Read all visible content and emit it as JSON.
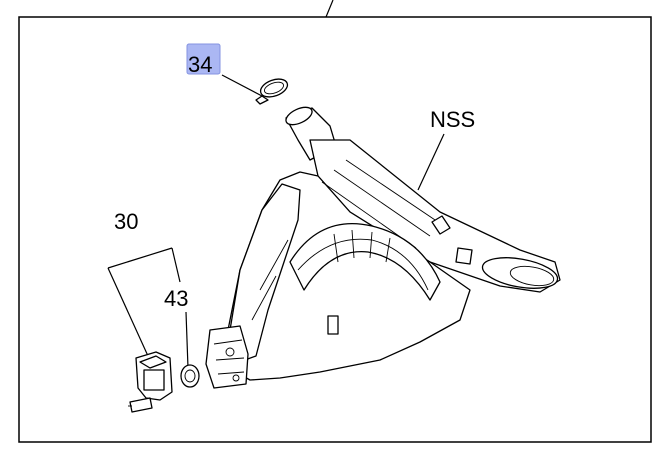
{
  "callouts": {
    "c34": "34",
    "nss": "NSS",
    "c30": "30",
    "c43": "43"
  }
}
